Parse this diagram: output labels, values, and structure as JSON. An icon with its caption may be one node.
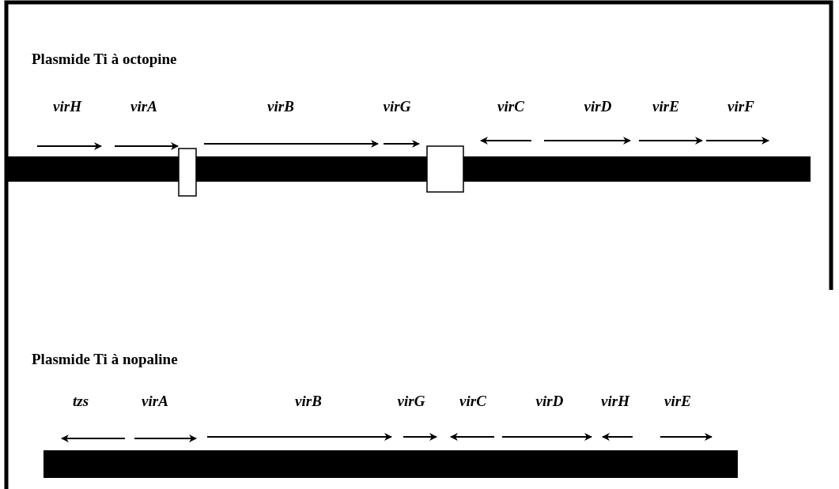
{
  "diagram": {
    "labels": [
      "Plasmide Ti à octopine",
      "virH",
      "virA",
      "virB",
      "virG",
      "virC",
      "virD",
      "virE",
      "virF",
      "Plasmide Ti à nopaline",
      "tzs",
      "virA",
      "virB",
      "virG",
      "virC",
      "virD",
      "virH",
      "virE"
    ]
  }
}
